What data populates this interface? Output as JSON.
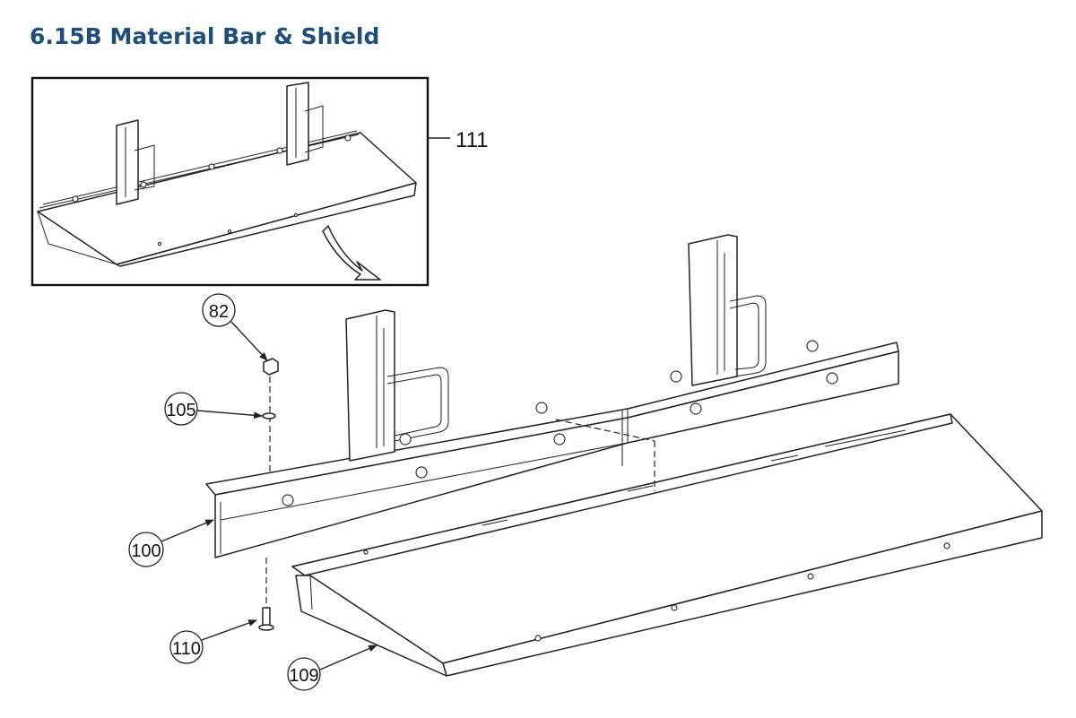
{
  "page_title": "6.15B Material Bar & Shield",
  "callouts": {
    "inset": "111",
    "nut": "82",
    "washer": "105",
    "material_bar": "100",
    "bolt": "110",
    "shield": "109"
  }
}
